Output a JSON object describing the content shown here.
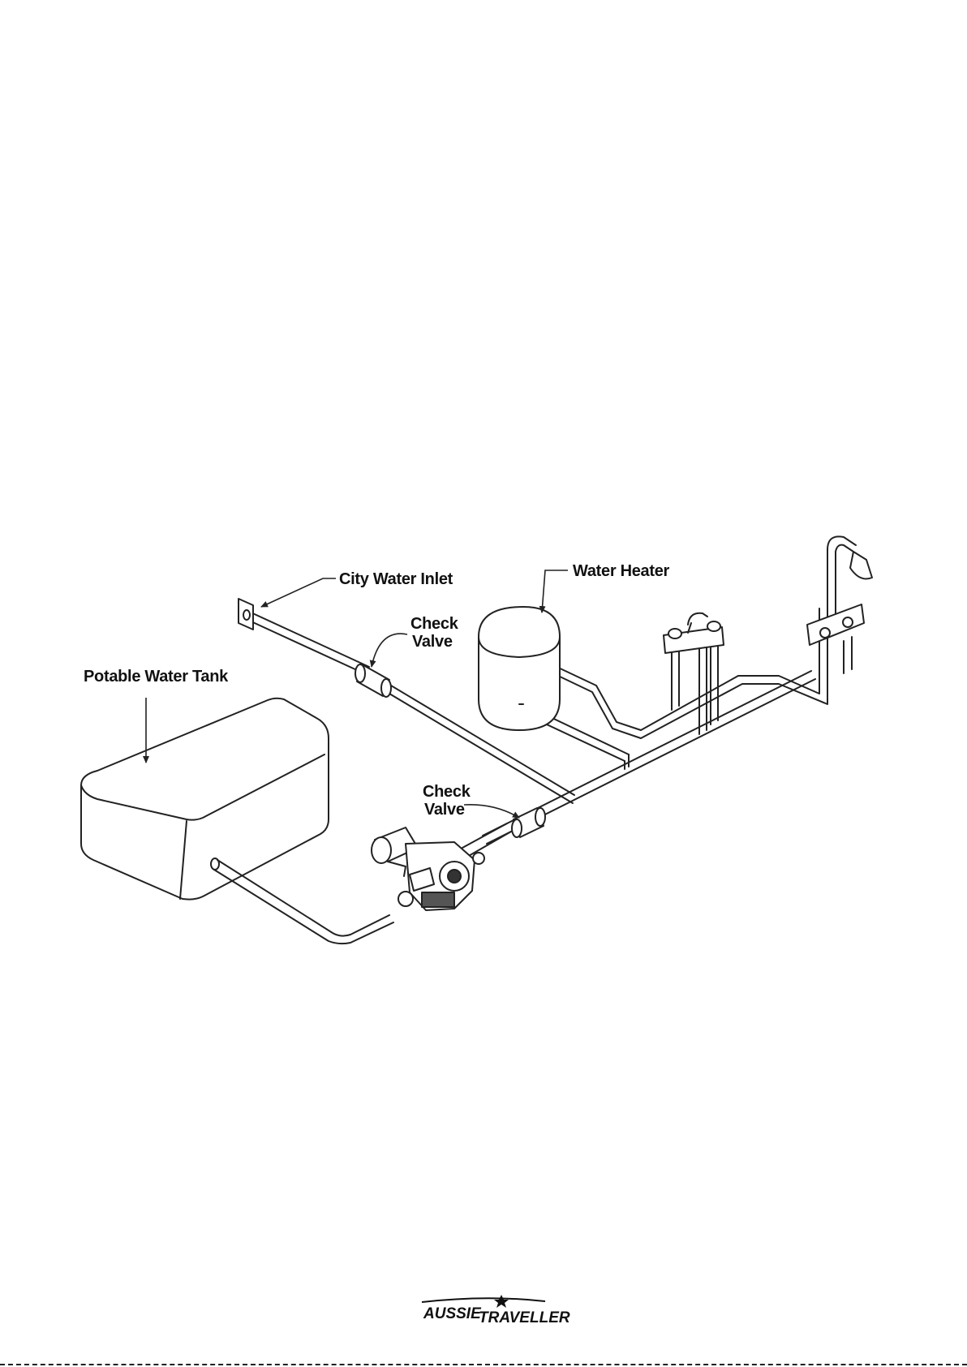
{
  "labels": {
    "city_water_inlet": "City Water Inlet",
    "water_heater": "Water Heater",
    "check_valve_upper_line1": "Check",
    "check_valve_upper_line2": "Valve",
    "potable_water_tank": "Potable Water Tank",
    "check_valve_lower_line1": "Check",
    "check_valve_lower_line2": "Valve"
  },
  "logo": {
    "text_part1": "AUSSIE",
    "text_part2": "TRAVELLER"
  },
  "colors": {
    "line": "#222222",
    "background": "#ffffff"
  }
}
